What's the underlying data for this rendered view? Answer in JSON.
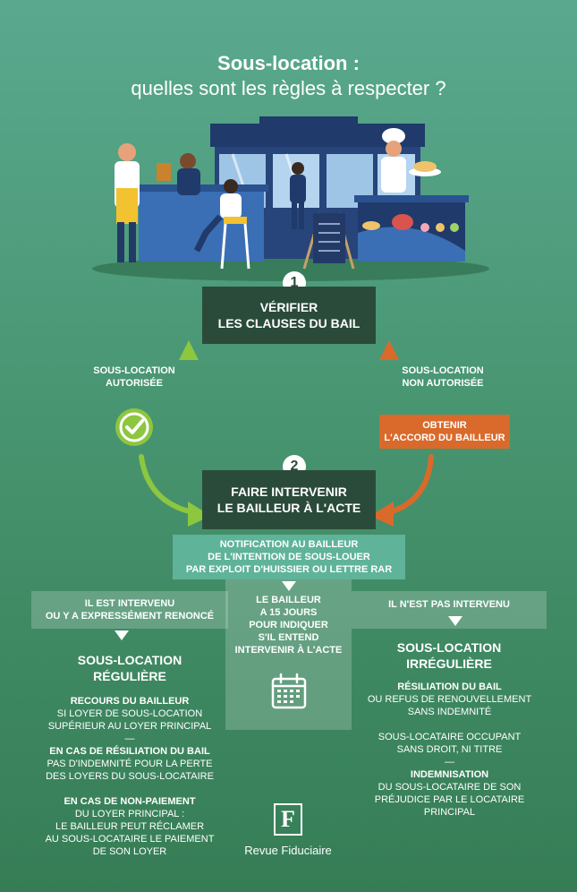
{
  "title": {
    "line1": "Sous-location :",
    "line2": "quelles sont les règles à respecter ?"
  },
  "colors": {
    "dark": "#2b4b3a",
    "orange": "#d96a2b",
    "teal": "#5fb399",
    "green_check": "#8dc63f"
  },
  "step1": {
    "number": "1",
    "line1": "VÉRIFIER",
    "line2": "LES CLAUSES DU BAIL"
  },
  "authorized": {
    "line1": "SOUS-LOCATION",
    "line2": "AUTORISÉE"
  },
  "not_authorized": {
    "line1": "SOUS-LOCATION",
    "line2": "NON AUTORISÉE"
  },
  "obtain": {
    "line1": "OBTENIR",
    "line2": "L'ACCORD DU BAILLEUR"
  },
  "step2": {
    "number": "2",
    "line1": "FAIRE INTERVENIR",
    "line2": "LE BAILLEUR À L'ACTE"
  },
  "notification": {
    "line1": "NOTIFICATION AU BAILLEUR",
    "line2": "DE L'INTENTION DE SOUS-LOUER",
    "line3": "PAR EXPLOIT D'HUISSIER OU LETTRE RAR"
  },
  "delay": {
    "line1": "LE BAILLEUR",
    "line2": "A 15 JOURS",
    "line3": "POUR INDIQUER",
    "line4": "S'IL ENTEND",
    "line5": "INTERVENIR À L'ACTE"
  },
  "left": {
    "header1": "IL EST INTERVENU",
    "header2": "OU Y A EXPRESSÉMENT RENONCÉ",
    "result1": "SOUS-LOCATION",
    "result2": "RÉGULIÈRE",
    "b1_title": "RECOURS DU BAILLEUR",
    "b1_l1": "SI LOYER DE SOUS-LOCATION",
    "b1_l2": "SUPÉRIEUR AU LOYER PRINCIPAL",
    "sep": "—",
    "b2_title": "EN CAS DE RÉSILIATION DU BAIL",
    "b2_l1": "PAS D'INDEMNITÉ POUR LA PERTE",
    "b2_l2": "DES LOYERS DU SOUS-LOCATAIRE",
    "b3_title": "EN CAS DE NON-PAIEMENT",
    "b3_l1": "DU LOYER PRINCIPAL :",
    "b3_l2": "LE BAILLEUR PEUT RÉCLAMER",
    "b3_l3": "AU SOUS-LOCATAIRE LE PAIEMENT",
    "b3_l4": "DE SON LOYER"
  },
  "right": {
    "header": "IL N'EST PAS INTERVENU",
    "result1": "SOUS-LOCATION",
    "result2": "IRRÉGULIÈRE",
    "b1_title": "RÉSILIATION DU BAIL",
    "b1_l1": "OU REFUS DE RENOUVELLEMENT",
    "b1_l2": "SANS INDEMNITÉ",
    "sep": "—",
    "b2_l1": "SOUS-LOCATAIRE OCCUPANT",
    "b2_l2": "SANS DROIT, NI TITRE",
    "b3_title": "INDEMNISATION",
    "b3_l1": "DU SOUS-LOCATAIRE DE SON",
    "b3_l2": "PRÉJUDICE PAR LE LOCATAIRE",
    "b3_l3": "PRINCIPAL"
  },
  "brand": {
    "name": "Revue Fiduciaire",
    "logo_letter": "F"
  }
}
